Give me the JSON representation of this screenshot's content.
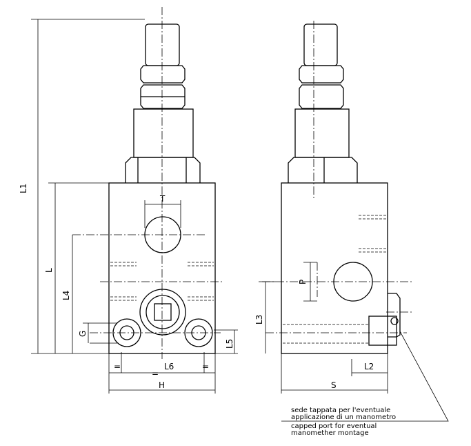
{
  "labels": {
    "L1": "L1",
    "L": "L",
    "L4": "L4",
    "G": "G",
    "T": "T",
    "L5": "L5",
    "eq_left": "=",
    "eq_right": "=",
    "L6": "L6",
    "eq_mid": "=",
    "H": "H",
    "P": "P",
    "L3": "L3",
    "L2": "L2",
    "S": "S"
  },
  "note": {
    "it_line1": "sede tappata per l'eventuale",
    "it_line2": "applicazione di un manometro",
    "en_line1": "capped port for eventual",
    "en_line2": "manomether montage"
  }
}
